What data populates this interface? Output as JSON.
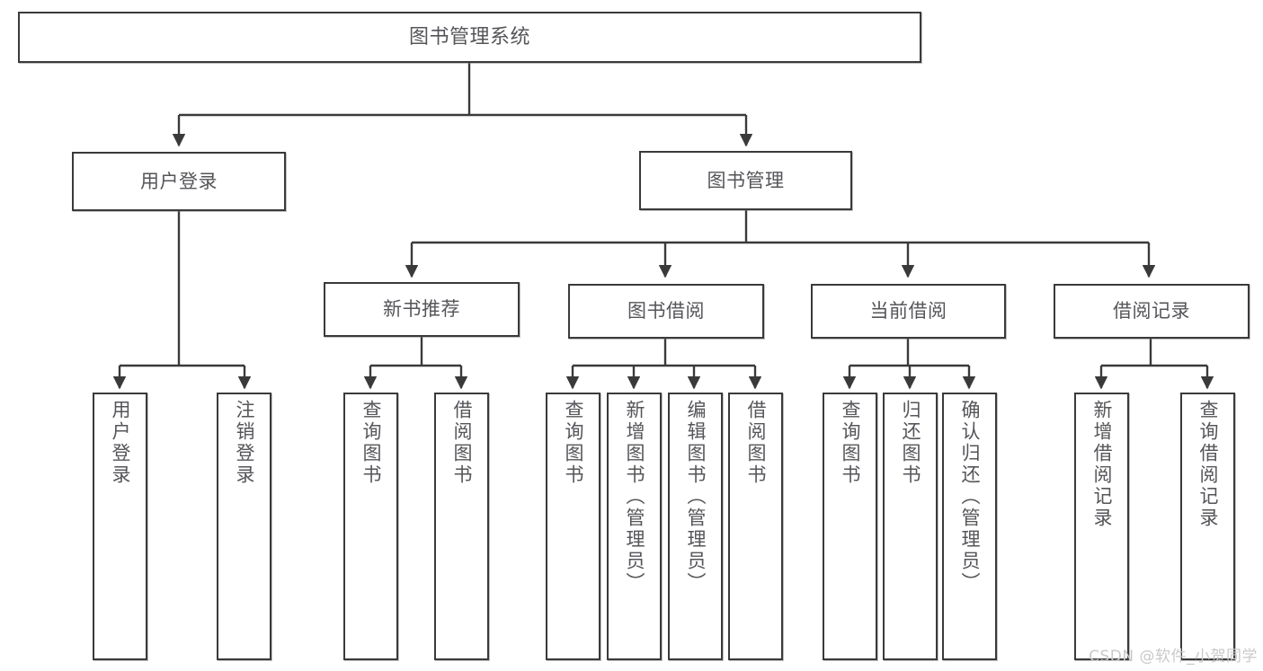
{
  "diagram": {
    "title": "图书管理系统",
    "type": "functional-structure-tree",
    "watermark": "CSDN @软件_小贺同学",
    "colors": {
      "stroke": "#3a3a3a",
      "text": "#55555a",
      "background": "#ffffff",
      "watermark": "#c9c9c9"
    },
    "nodes": {
      "root": {
        "label": "图书管理系统"
      },
      "level1": [
        {
          "label": "用户登录"
        },
        {
          "label": "图书管理"
        }
      ],
      "level2": [
        {
          "label": "新书推荐"
        },
        {
          "label": "图书借阅"
        },
        {
          "label": "当前借阅"
        },
        {
          "label": "借阅记录"
        }
      ],
      "leaves": {
        "user_login": [
          {
            "label": "用户登录"
          },
          {
            "label": "注销登录"
          }
        ],
        "new_book_recommend": [
          {
            "label": "查询图书"
          },
          {
            "label": "借阅图书"
          }
        ],
        "book_borrow": [
          {
            "label": "查询图书"
          },
          {
            "label": "新增图书（管理员）"
          },
          {
            "label": "编辑图书（管理员）"
          },
          {
            "label": "借阅图书"
          }
        ],
        "current_borrow": [
          {
            "label": "查询图书"
          },
          {
            "label": "归还图书"
          },
          {
            "label": "确认归还（管理员）"
          }
        ],
        "borrow_record": [
          {
            "label": "新增借阅记录"
          },
          {
            "label": "查询借阅记录"
          }
        ]
      }
    }
  }
}
